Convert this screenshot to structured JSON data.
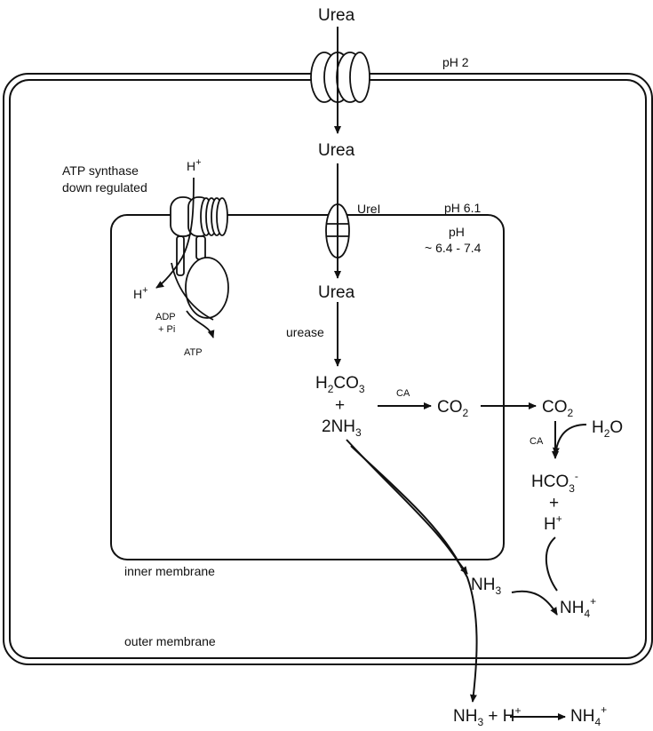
{
  "compartments": {
    "outside_ph": "pH 2",
    "periplasm_ph": "pH 6.1",
    "cytoplasm_ph_label": "pH",
    "cytoplasm_ph_range": "~ 6.4 - 7.4",
    "inner_membrane_label": "inner membrane",
    "outer_membrane_label": "outer membrane"
  },
  "urea_pathway": {
    "urea_outside": "Urea",
    "urea_periplasm": "Urea",
    "urea_cytoplasm": "Urea",
    "channel_label": "UreI",
    "enzyme_label": "urease"
  },
  "atp_synthase": {
    "title_line1": "ATP synthase",
    "title_line2": "down regulated",
    "proton_in": "H",
    "proton_out": "H",
    "plus_sign": "+",
    "adp_label": "ADP",
    "pi_label": "+ Pi",
    "atp_label": "ATP"
  },
  "reactions": {
    "carbonic_acid": [
      "H",
      "2",
      "CO",
      "3"
    ],
    "plus1": "+",
    "ammonia_products": [
      "2NH",
      "3"
    ],
    "ca_label_1": "CA",
    "co2_inner": [
      "CO",
      "2"
    ],
    "co2_outer": [
      "CO",
      "2"
    ],
    "water": [
      "H",
      "2",
      "O"
    ],
    "ca_label_2": "CA",
    "bicarbonate": [
      "HCO",
      "3",
      "-"
    ],
    "plus2": "+",
    "proton_peri": [
      "H",
      "+"
    ],
    "nh3_peri": [
      "NH",
      "3"
    ],
    "nh4_peri": [
      "NH",
      "4",
      "+"
    ],
    "outside_eq": {
      "nh3": [
        "NH",
        "3"
      ],
      "plus": "+ H",
      "h_sup": "+",
      "nh4": [
        "NH",
        "4",
        "+"
      ]
    }
  },
  "colors": {
    "stroke": "#111111",
    "background": "#ffffff"
  }
}
